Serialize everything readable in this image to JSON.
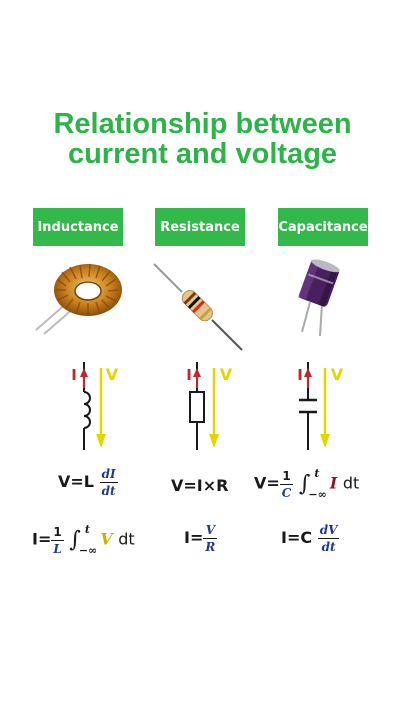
{
  "title": {
    "line1": "Relationship between",
    "line2": "current and voltage"
  },
  "columns": [
    {
      "label": "Inductance",
      "current_label": "I",
      "voltage_label": "V",
      "formula_v": {
        "lhs": "V=L",
        "num": "dI",
        "den": "dt"
      },
      "formula_i": {
        "lhs": "I=",
        "coef_num": "1",
        "coef_den": "L",
        "upper": "t",
        "lower": "−∞",
        "var": "V",
        "dt": "dt"
      }
    },
    {
      "label": "Resistance",
      "current_label": "I",
      "voltage_label": "V",
      "formula_v": {
        "text": "V=I×R"
      },
      "formula_i": {
        "lhs": "I=",
        "num": "V",
        "den": "R"
      }
    },
    {
      "label": "Capacitance",
      "current_label": "I",
      "voltage_label": "V",
      "formula_v": {
        "lhs": "V=",
        "coef_num": "1",
        "coef_den": "C",
        "upper": "t",
        "lower": "−∞",
        "var": "I",
        "dt": "dt"
      },
      "formula_i": {
        "lhs": "I=C",
        "num": "dV",
        "den": "dt"
      }
    }
  ],
  "colors": {
    "title": "#2db34a",
    "label_bg": "#33b84a",
    "current_arrow": "#c0262d",
    "voltage_arrow": "#e3d500"
  },
  "icons": [
    "toroidal-inductor-image",
    "resistor-image",
    "electrolytic-capacitor-image"
  ]
}
